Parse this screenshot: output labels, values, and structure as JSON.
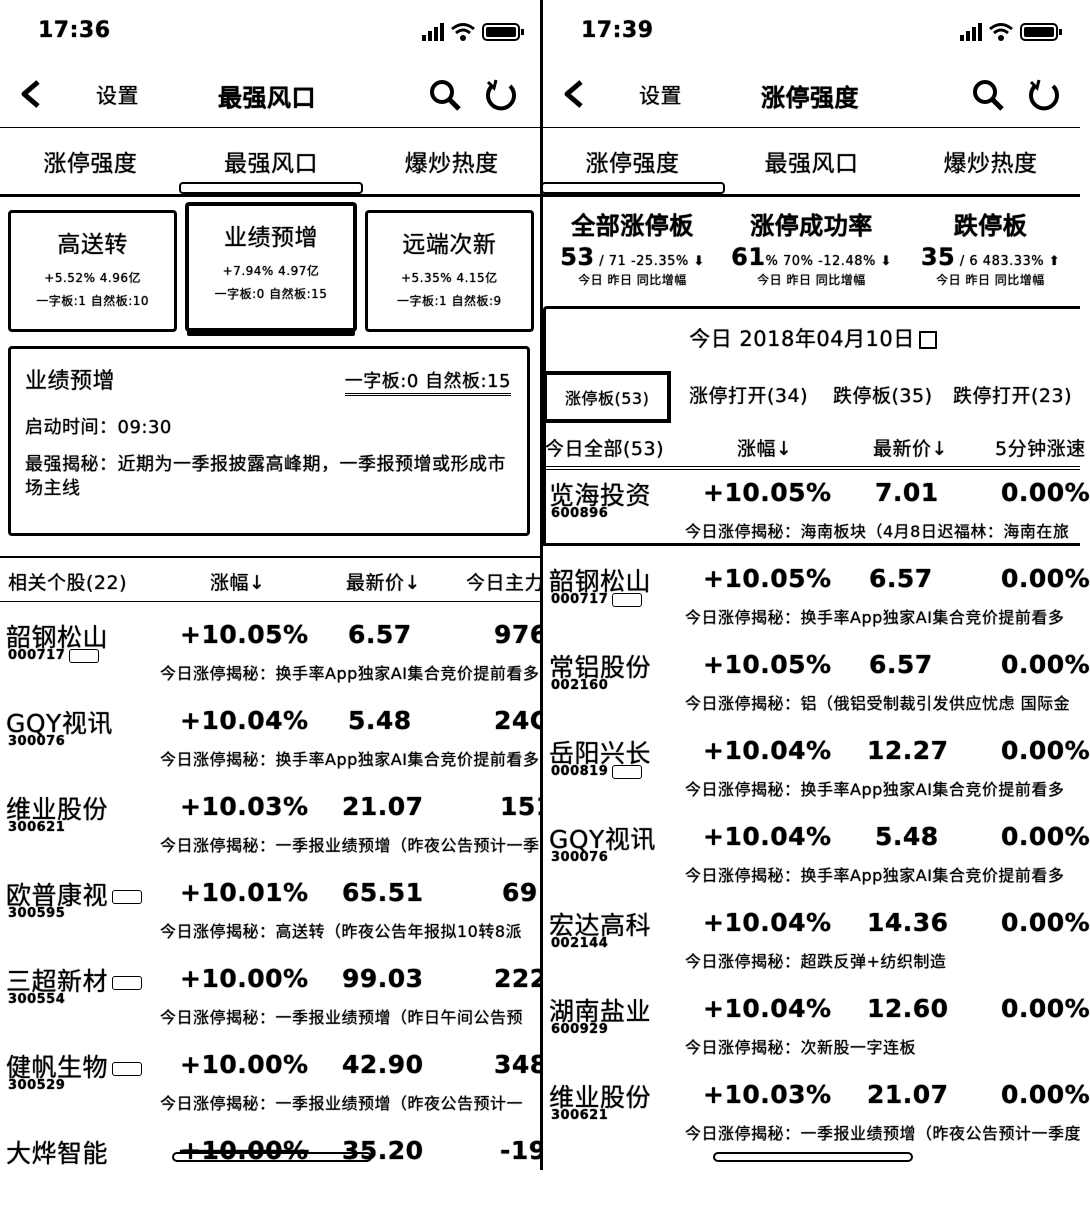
{
  "left": {
    "status": {
      "time": "17:36"
    },
    "nav": {
      "settings": "设置",
      "title": "最强风口"
    },
    "tabs": [
      "涨停强度",
      "最强风口",
      "爆炒热度"
    ],
    "cards": [
      {
        "name": "高送转",
        "stat": "+5.52% 4.96亿",
        "board": "一字板:1 自然板:10"
      },
      {
        "name": "业绩预增",
        "stat": "+7.94% 4.97亿",
        "board": "一字板:0 自然板:15"
      },
      {
        "name": "远端次新",
        "stat": "+5.35% 4.15亿",
        "board": "一字板:1 自然板:9"
      }
    ],
    "theme": {
      "name": "业绩预增",
      "board": "一字板:0 自然板:15",
      "start_label": "启动时间：",
      "start_time": "09:30",
      "desc": "最强揭秘：近期为一季报披露高峰期，一季报预增或形成市场主线"
    },
    "list_header": {
      "col1": "相关个股(22)",
      "col2": "涨幅↓",
      "col3": "最新价↓",
      "col4": "今日主力"
    },
    "rows": [
      {
        "name": "韶钢松山",
        "code": "000717",
        "pct": "+10.05%",
        "price": "6.57",
        "c4": "976",
        "reason": "今日涨停揭秘：换手率App独家AI集合竞价提前看多"
      },
      {
        "name": "GQY视讯",
        "code": "300076",
        "pct": "+10.04%",
        "price": "5.48",
        "c4": "24C",
        "reason": "今日涨停揭秘：换手率App独家AI集合竞价提前看多"
      },
      {
        "name": "维业股份",
        "code": "300621",
        "pct": "+10.03%",
        "price": "21.07",
        "c4": "151",
        "reason": "今日涨停揭秘：一季报业绩预增（昨夜公告预计一季"
      },
      {
        "name": "欧普康视",
        "code": "300595",
        "pct": "+10.01%",
        "price": "65.51",
        "c4": "69",
        "reason": "今日涨停揭秘：高送转（昨夜公告年报拟10转8派"
      },
      {
        "name": "三超新材",
        "code": "300554",
        "pct": "+10.00%",
        "price": "99.03",
        "c4": "222",
        "reason": "今日涨停揭秘：一季报业绩预增（昨日午间公告预"
      },
      {
        "name": "健帆生物",
        "code": "300529",
        "pct": "+10.00%",
        "price": "42.90",
        "c4": "348",
        "reason": "今日涨停揭秘：一季报业绩预增（昨夜公告预计一"
      },
      {
        "name": "大烨智能",
        "code": "",
        "pct": "+10.00%",
        "price": "35.20",
        "c4": "-19",
        "reason": ""
      }
    ]
  },
  "right": {
    "status": {
      "time": "17:39"
    },
    "nav": {
      "settings": "设置",
      "title": "涨停强度"
    },
    "tabs": [
      "涨停强度",
      "最强风口",
      "爆炒热度"
    ],
    "blocks": [
      {
        "title": "全部涨停板",
        "today": "53",
        "yesterday": "71",
        "change": "-25.35%",
        "labels": "今日 昨日 同比增幅"
      },
      {
        "title": "涨停成功率",
        "today": "61",
        "yesterday": "70",
        "change": "-12.48%",
        "labels": "今日 昨日 同比增幅"
      },
      {
        "title": "跌停板",
        "today": "35",
        "yesterday": "6",
        "change": "483.33%",
        "labels": "今日 昨日 同比增幅"
      }
    ],
    "date": "今日 2018年04月10日",
    "subtabs": [
      "涨停板(53)",
      "涨停打开(34)",
      "跌停板(35)",
      "跌停打开(23)"
    ],
    "list_header": {
      "col1": "今日全部(53)",
      "col2": "涨幅↓",
      "col3": "最新价↓",
      "col4": "5分钟涨速"
    },
    "rows": [
      {
        "name": "览海投资",
        "code": "600896",
        "pct": "+10.05%",
        "price": "7.01",
        "c4": "0.00%",
        "reason": "今日涨停揭秘：海南板块（4月8日迟福林：海南在旅"
      },
      {
        "name": "韶钢松山",
        "code": "000717",
        "pct": "+10.05%",
        "price": "6.57",
        "c4": "0.00%",
        "reason": "今日涨停揭秘：换手率App独家AI集合竞价提前看多"
      },
      {
        "name": "常铝股份",
        "code": "002160",
        "pct": "+10.05%",
        "price": "6.57",
        "c4": "0.00%",
        "reason": "今日涨停揭秘：铝（俄铝受制裁引发供应忧虑 国际金"
      },
      {
        "name": "岳阳兴长",
        "code": "000819",
        "pct": "+10.04%",
        "price": "12.27",
        "c4": "0.00%",
        "reason": "今日涨停揭秘：换手率App独家AI集合竞价提前看多"
      },
      {
        "name": "GQY视讯",
        "code": "300076",
        "pct": "+10.04%",
        "price": "5.48",
        "c4": "0.00%",
        "reason": "今日涨停揭秘：换手率App独家AI集合竞价提前看多"
      },
      {
        "name": "宏达高科",
        "code": "002144",
        "pct": "+10.04%",
        "price": "14.36",
        "c4": "0.00%",
        "reason": "今日涨停揭秘：超跌反弹+纺织制造"
      },
      {
        "name": "湖南盐业",
        "code": "600929",
        "pct": "+10.04%",
        "price": "12.60",
        "c4": "0.00%",
        "reason": "今日涨停揭秘：次新股一字连板"
      },
      {
        "name": "维业股份",
        "code": "300621",
        "pct": "+10.03%",
        "price": "21.07",
        "c4": "0.00%",
        "reason": "今日涨停揭秘：一季报业绩预增（昨夜公告预计一季度"
      }
    ]
  }
}
